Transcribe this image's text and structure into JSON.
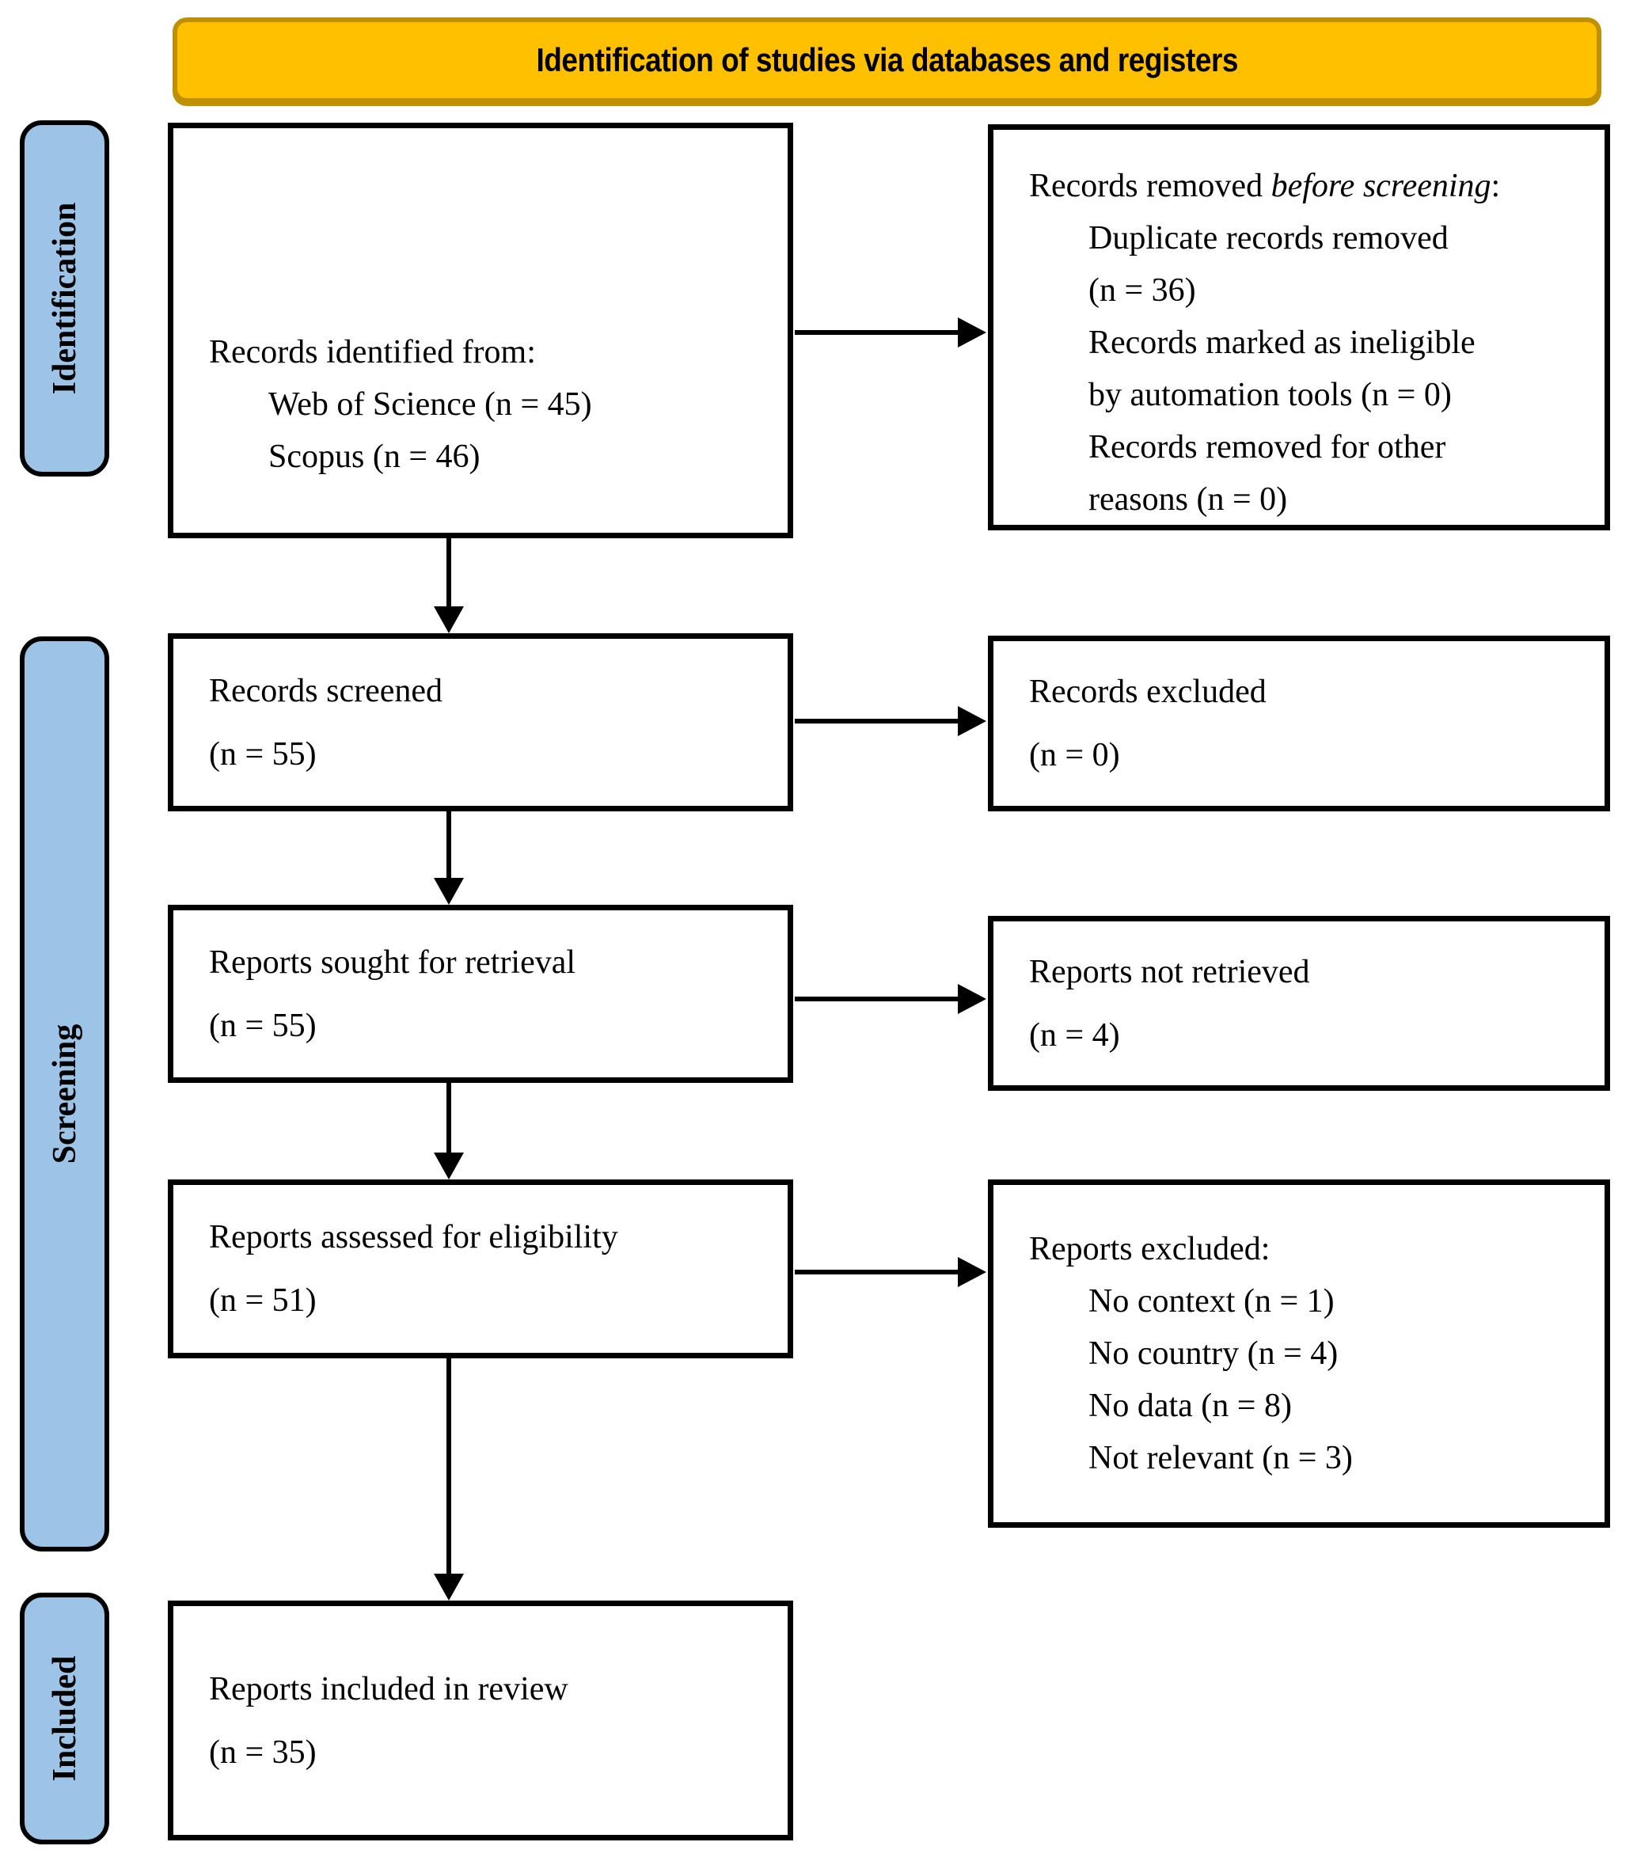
{
  "banner": {
    "title": "Identification of studies via databases and registers"
  },
  "stages": {
    "identification": "Identification",
    "screening": "Screening",
    "included": "Included"
  },
  "boxes": {
    "identified": {
      "heading": "Records identified from:",
      "items": [
        "Web of Science (n = 45)",
        "Scopus (n = 46)"
      ]
    },
    "removed": {
      "heading_prefix": "Records removed ",
      "heading_italic": "before screening",
      "heading_suffix": ":",
      "item1_line1": "Duplicate records removed",
      "item1_line2": "(n = 36)",
      "item2_line1": "Records marked as ineligible",
      "item2_line2": "by automation tools (n = 0)",
      "item3_line1": "Records removed for other",
      "item3_line2": "reasons (n = 0)"
    },
    "screened": {
      "line1": "Records screened",
      "line2": "(n = 55)"
    },
    "records_excluded": {
      "line1": "Records excluded",
      "line2": "(n = 0)"
    },
    "sought": {
      "line1": "Reports sought for retrieval",
      "line2": "(n = 55)"
    },
    "not_retrieved": {
      "line1": "Reports not retrieved",
      "line2": "(n = 4)"
    },
    "assessed": {
      "line1": "Reports assessed for eligibility",
      "line2": "(n = 51)"
    },
    "reports_excluded": {
      "heading": "Reports excluded:",
      "items": [
        "No context (n = 1)",
        "No country (n = 4)",
        "No data (n = 8)",
        "Not relevant (n = 3)"
      ]
    },
    "included": {
      "line1": "Reports included in review",
      "line2": "(n = 35)"
    }
  },
  "colors": {
    "banner_fill": "#FFC000",
    "banner_border": "#BF9000",
    "stage_fill": "#9DC3E6",
    "box_border": "#000000",
    "arrow": "#000000"
  }
}
